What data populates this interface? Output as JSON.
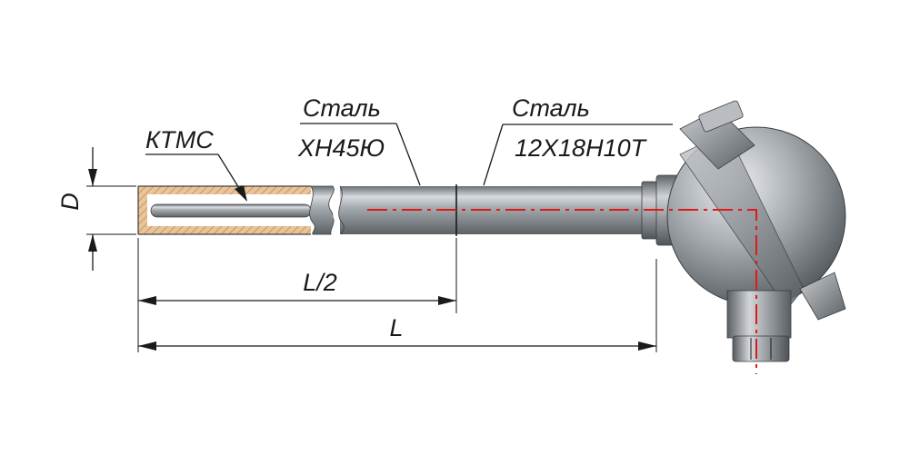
{
  "diagram": {
    "labels": {
      "sheath_material": "КТМС",
      "tip_material_word": "Сталь",
      "tip_material_grade": "ХН45Ю",
      "tube_material_word": "Сталь",
      "tube_material_grade": "12Х18Н10Т",
      "diameter": "D",
      "half_length": "L/2",
      "length": "L"
    },
    "colors": {
      "axis_line": "#e01818",
      "metal_dark": "#6f7479",
      "metal_light": "#d9dcdf",
      "outline": "#1a1a1a"
    }
  }
}
